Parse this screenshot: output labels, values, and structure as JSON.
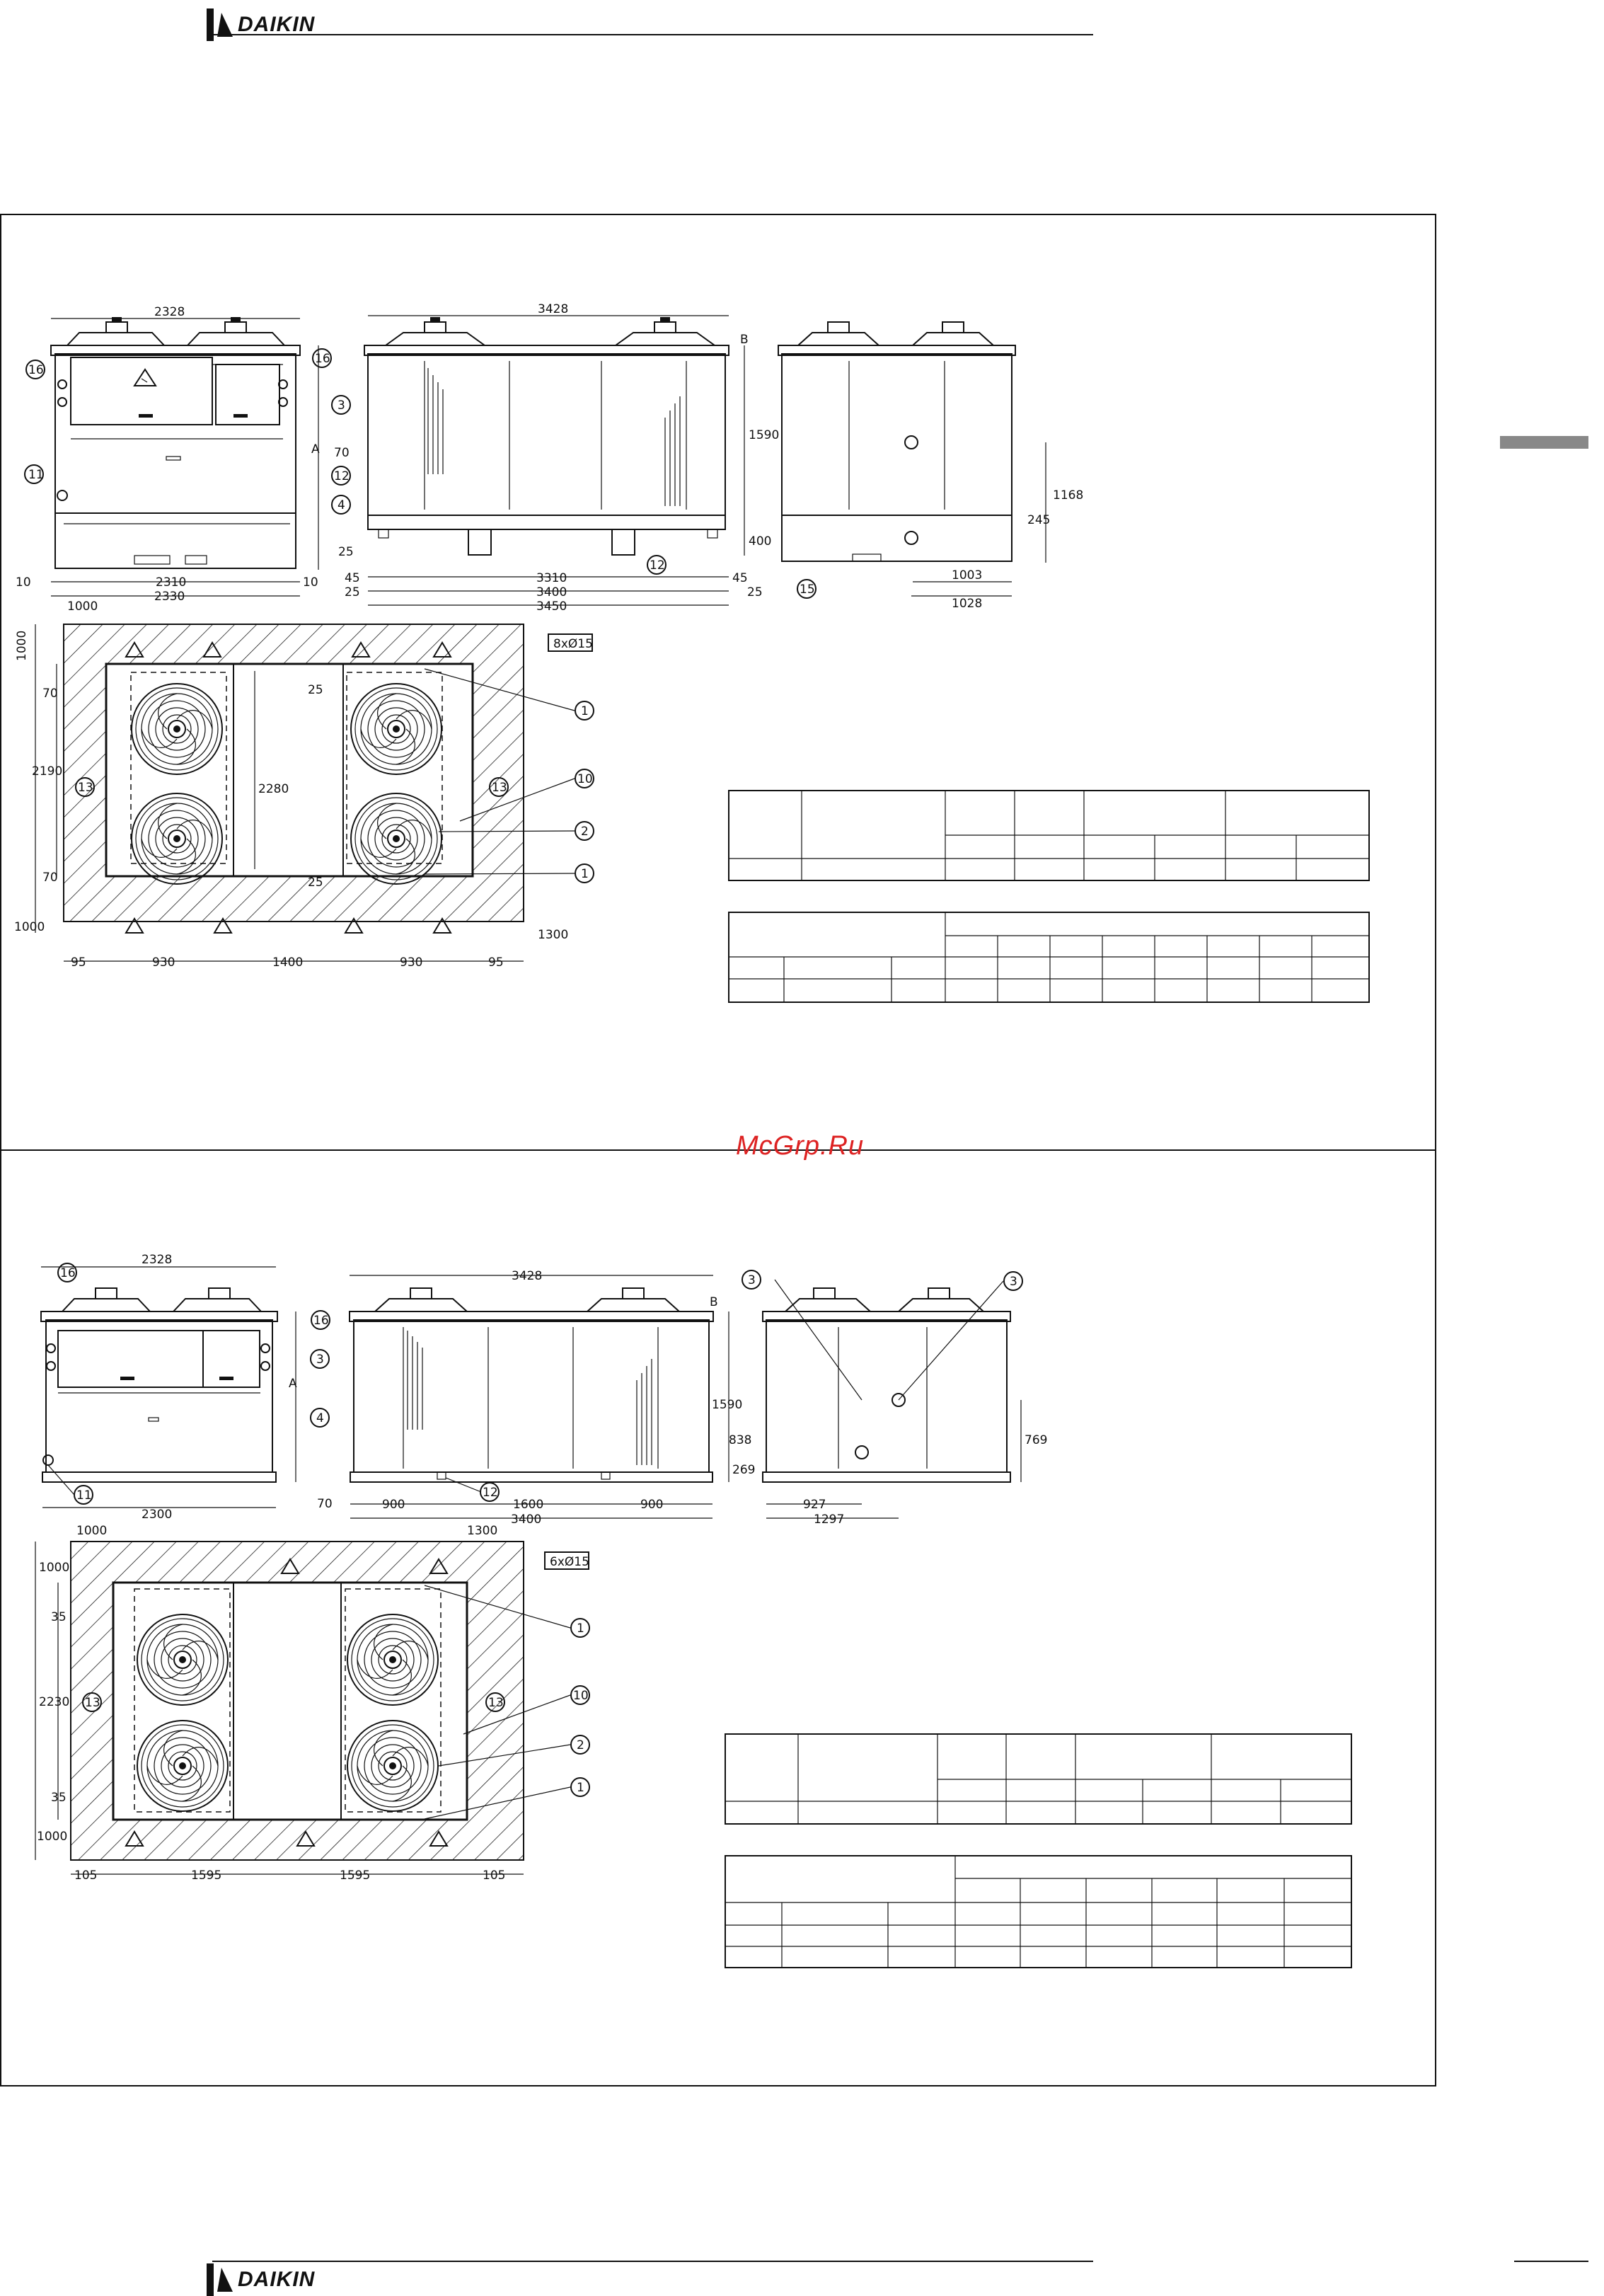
{
  "header": {
    "brand": "DAIKIN"
  },
  "footer": {
    "brand": "DAIKIN"
  },
  "watermark": "McGrp.Ru",
  "drawing1": {
    "front_view": {
      "width_top": "2328",
      "dim_left_1": "10",
      "dim_width_1": "2310",
      "dim_right_1": "10",
      "dim_width_2": "2330",
      "height_label": "A"
    },
    "side_view": {
      "length_top": "3428",
      "dim_45a": "45",
      "dim_3310": "3310",
      "dim_45b": "45",
      "dim_25a": "25",
      "dim_3400": "3400",
      "dim_25b": "25",
      "dim_3450": "3450",
      "dim_70": "70",
      "dim_25": "25",
      "height_1590": "1590",
      "height_400": "400",
      "label_B": "B"
    },
    "rear_view": {
      "dim_1168": "1168",
      "dim_245": "245",
      "dim_1003": "1003",
      "dim_1028": "1028"
    },
    "plan": {
      "clear_1000_top": "1000",
      "clear_1000_left": "1000",
      "dim_70a": "70",
      "dim_2190": "2190",
      "dim_70b": "70",
      "dim_1000_bottom": "1000",
      "dim_2280": "2280",
      "dim_25a": "25",
      "dim_25b": "25",
      "dim_95a": "95",
      "dim_930a": "930",
      "dim_1400": "1400",
      "dim_930b": "930",
      "dim_95b": "95",
      "clear_1300": "1300",
      "holes": "8xØ15"
    },
    "callouts": [
      "16",
      "16",
      "11",
      "3",
      "12",
      "4",
      "12",
      "15",
      "1",
      "10",
      "13",
      "13",
      "2",
      "1"
    ]
  },
  "drawing2": {
    "front_view": {
      "width_top": "2328",
      "dim_2300": "2300",
      "height_label": "A"
    },
    "side_view": {
      "length_top": "3428",
      "dim_900a": "900",
      "dim_1600": "1600",
      "dim_900b": "900",
      "dim_3400": "3400",
      "dim_70": "70",
      "height_1590": "1590",
      "label_B": "B"
    },
    "rear_view": {
      "dim_838": "838",
      "dim_269": "269",
      "dim_769": "769",
      "dim_927": "927",
      "dim_1297": "1297"
    },
    "plan": {
      "clear_1000_top": "1000",
      "clear_1000_left": "1000",
      "clear_1300": "1300",
      "dim_35a": "35",
      "dim_2230": "2230",
      "dim_35b": "35",
      "dim_1000_bottom": "1000",
      "dim_105a": "105",
      "dim_1595a": "1595",
      "dim_1595b": "1595",
      "dim_105b": "105",
      "holes": "6xØ15"
    },
    "callouts": [
      "16",
      "16",
      "11",
      "3",
      "4",
      "12",
      "3",
      "3",
      "1",
      "13",
      "13",
      "10",
      "2",
      "1"
    ]
  }
}
